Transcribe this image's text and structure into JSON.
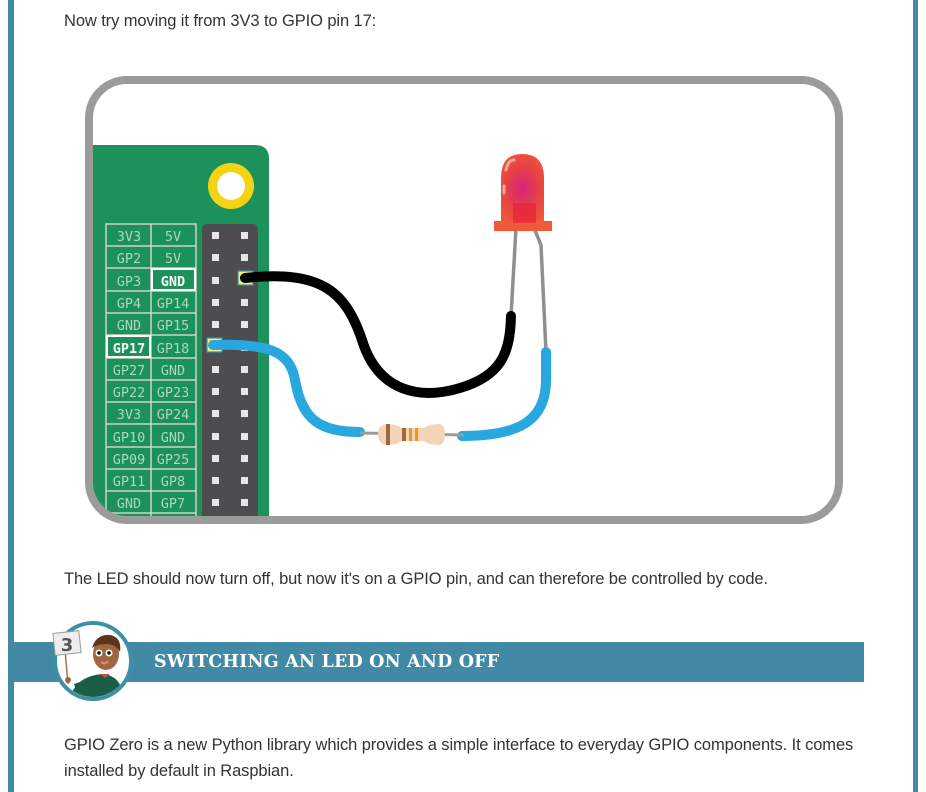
{
  "content": {
    "intro_text": "Now try moving it from 3V3 to GPIO pin 17:",
    "result_text": "The LED should now turn off, but now it's on a GPIO pin, and can therefore be controlled by code.",
    "gpio_zero_text": "GPIO Zero is a new Python library which provides a simple interface to everyday GPIO components. It comes installed by default in Raspbian."
  },
  "section": {
    "step_number": "3",
    "title": "SWITCHING AN LED ON AND OFF"
  },
  "diagram": {
    "pin_labels": [
      [
        "3V3",
        "5V"
      ],
      [
        "GP2",
        "5V"
      ],
      [
        "GP3",
        "GND"
      ],
      [
        "GP4",
        "GP14"
      ],
      [
        "GND",
        "GP15"
      ],
      [
        "GP17",
        "GP18"
      ],
      [
        "GP27",
        "GND"
      ],
      [
        "GP22",
        "GP23"
      ],
      [
        "3V3",
        "GP24"
      ],
      [
        "GP10",
        "GND"
      ],
      [
        "GP09",
        "GP25"
      ],
      [
        "GP11",
        "GP8"
      ],
      [
        "GND",
        "GP7"
      ]
    ],
    "highlighted_pins": [
      "GND",
      "GP17"
    ],
    "components": [
      "led",
      "resistor",
      "black-wire",
      "blue-wire"
    ],
    "colors": {
      "board": "#1d915a",
      "header": "#4d4d4f",
      "frame": "#9b9b9b",
      "mount_ring": "#f4d313",
      "led": "#ea4d38",
      "wire_black": "#000000",
      "wire_blue": "#29a8df",
      "accent": "#4189a5"
    }
  }
}
